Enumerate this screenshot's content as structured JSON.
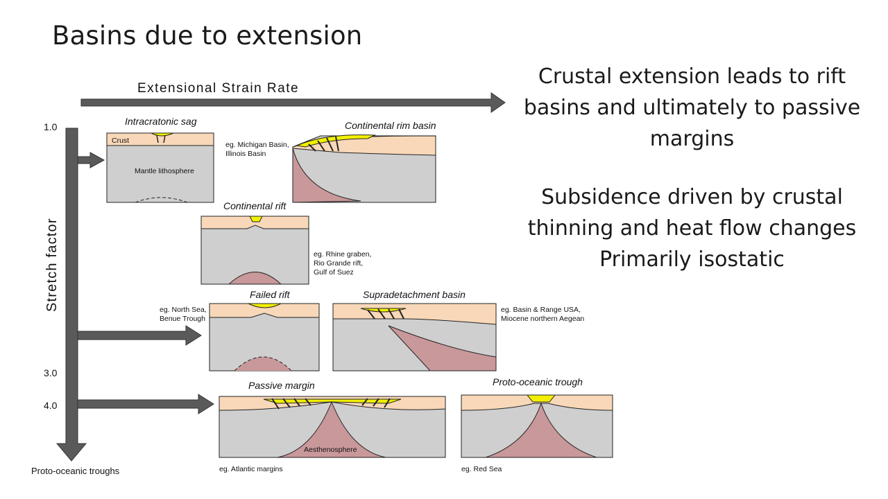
{
  "title": "Basins due to extension",
  "text_blocks": {
    "block1": "Crustal extension leads to rift basins and ultimately to passive margins",
    "block2": "Subsidence driven by crustal thinning and heat flow changes Primarily isostatic"
  },
  "axes": {
    "x_label": "Extensional Strain Rate",
    "y_label": "Stretch factor",
    "y_bottom_label": "Proto-oceanic troughs",
    "y_ticks": [
      "1.0",
      "3.0",
      "4.0"
    ]
  },
  "panels": {
    "intracratonic": {
      "title": "Intracratonic sag",
      "crust_label": "Crust",
      "mantle_label": "Mantle lithosphere",
      "example": "eg. Michigan Basin, Illinois Basin"
    },
    "continental_rim": {
      "title": "Continental rim basin"
    },
    "continental_rift": {
      "title": "Continental rift",
      "example": "eg. Rhine graben, Rio Grande rift, Gulf of Suez"
    },
    "failed_rift": {
      "title": "Failed rift",
      "example": "eg. North Sea, Benue Trough"
    },
    "supradetachment": {
      "title": "Supradetachment basin",
      "example": "eg. Basin & Range USA, Miocene northern Aegean"
    },
    "passive_margin": {
      "title": "Passive margin",
      "asthenosphere_label": "Aesthenosphere",
      "example": "eg.  Atlantic margins"
    },
    "proto_oceanic": {
      "title": "Proto-oceanic trough",
      "example": "eg. Red Sea"
    }
  },
  "colors": {
    "crust": "#f8d8b8",
    "mantle": "#cfcfcf",
    "asthenosphere": "#c9989a",
    "sediment": "#f2f000",
    "arrow": "#5a5a5a"
  }
}
